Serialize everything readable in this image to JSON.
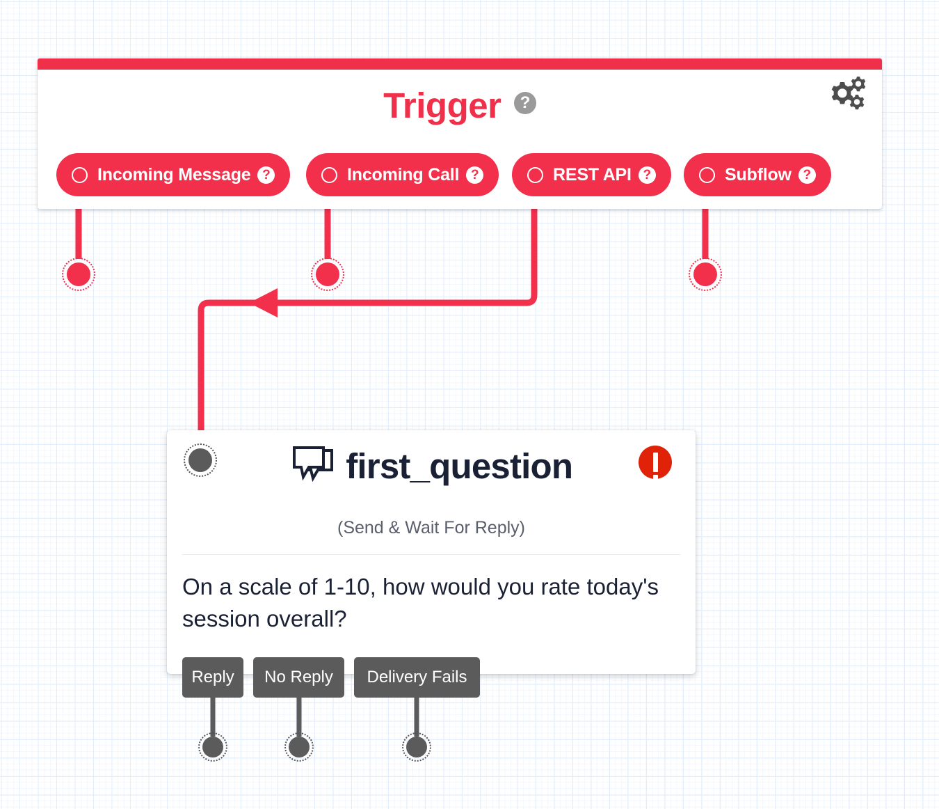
{
  "canvas": {
    "grid_color": "#e3eefc",
    "background": "#ffffff"
  },
  "trigger_panel": {
    "title": "Trigger",
    "title_color": "#F0304A",
    "accent_bar_color": "#F0304A",
    "help_icon": "?",
    "help_icon_name": "question-mark-icon",
    "settings_icon_name": "gears-icon",
    "triggers": [
      {
        "label": "Incoming Message",
        "help": "?",
        "selected": false
      },
      {
        "label": "Incoming Call",
        "help": "?",
        "selected": false
      },
      {
        "label": "REST API",
        "help": "?",
        "selected": false
      },
      {
        "label": "Subflow",
        "help": "?",
        "selected": false
      }
    ]
  },
  "node": {
    "icon_name": "speech-bubbles-icon",
    "title": "first_question",
    "subtitle": "(Send & Wait For Reply)",
    "body": "On a scale of 1-10, how would you rate today's session overall?",
    "status_icon_name": "error-exclamation-icon",
    "status_color": "#e02208",
    "outputs": [
      {
        "label": "Reply"
      },
      {
        "label": "No Reply"
      },
      {
        "label": "Delivery Fails"
      }
    ]
  },
  "colors": {
    "brand_red": "#F2304C",
    "edge_red": "#F2304C",
    "node_grey": "#5b5b5b",
    "text_dark": "#1b2134",
    "text_muted": "#585e6b"
  }
}
